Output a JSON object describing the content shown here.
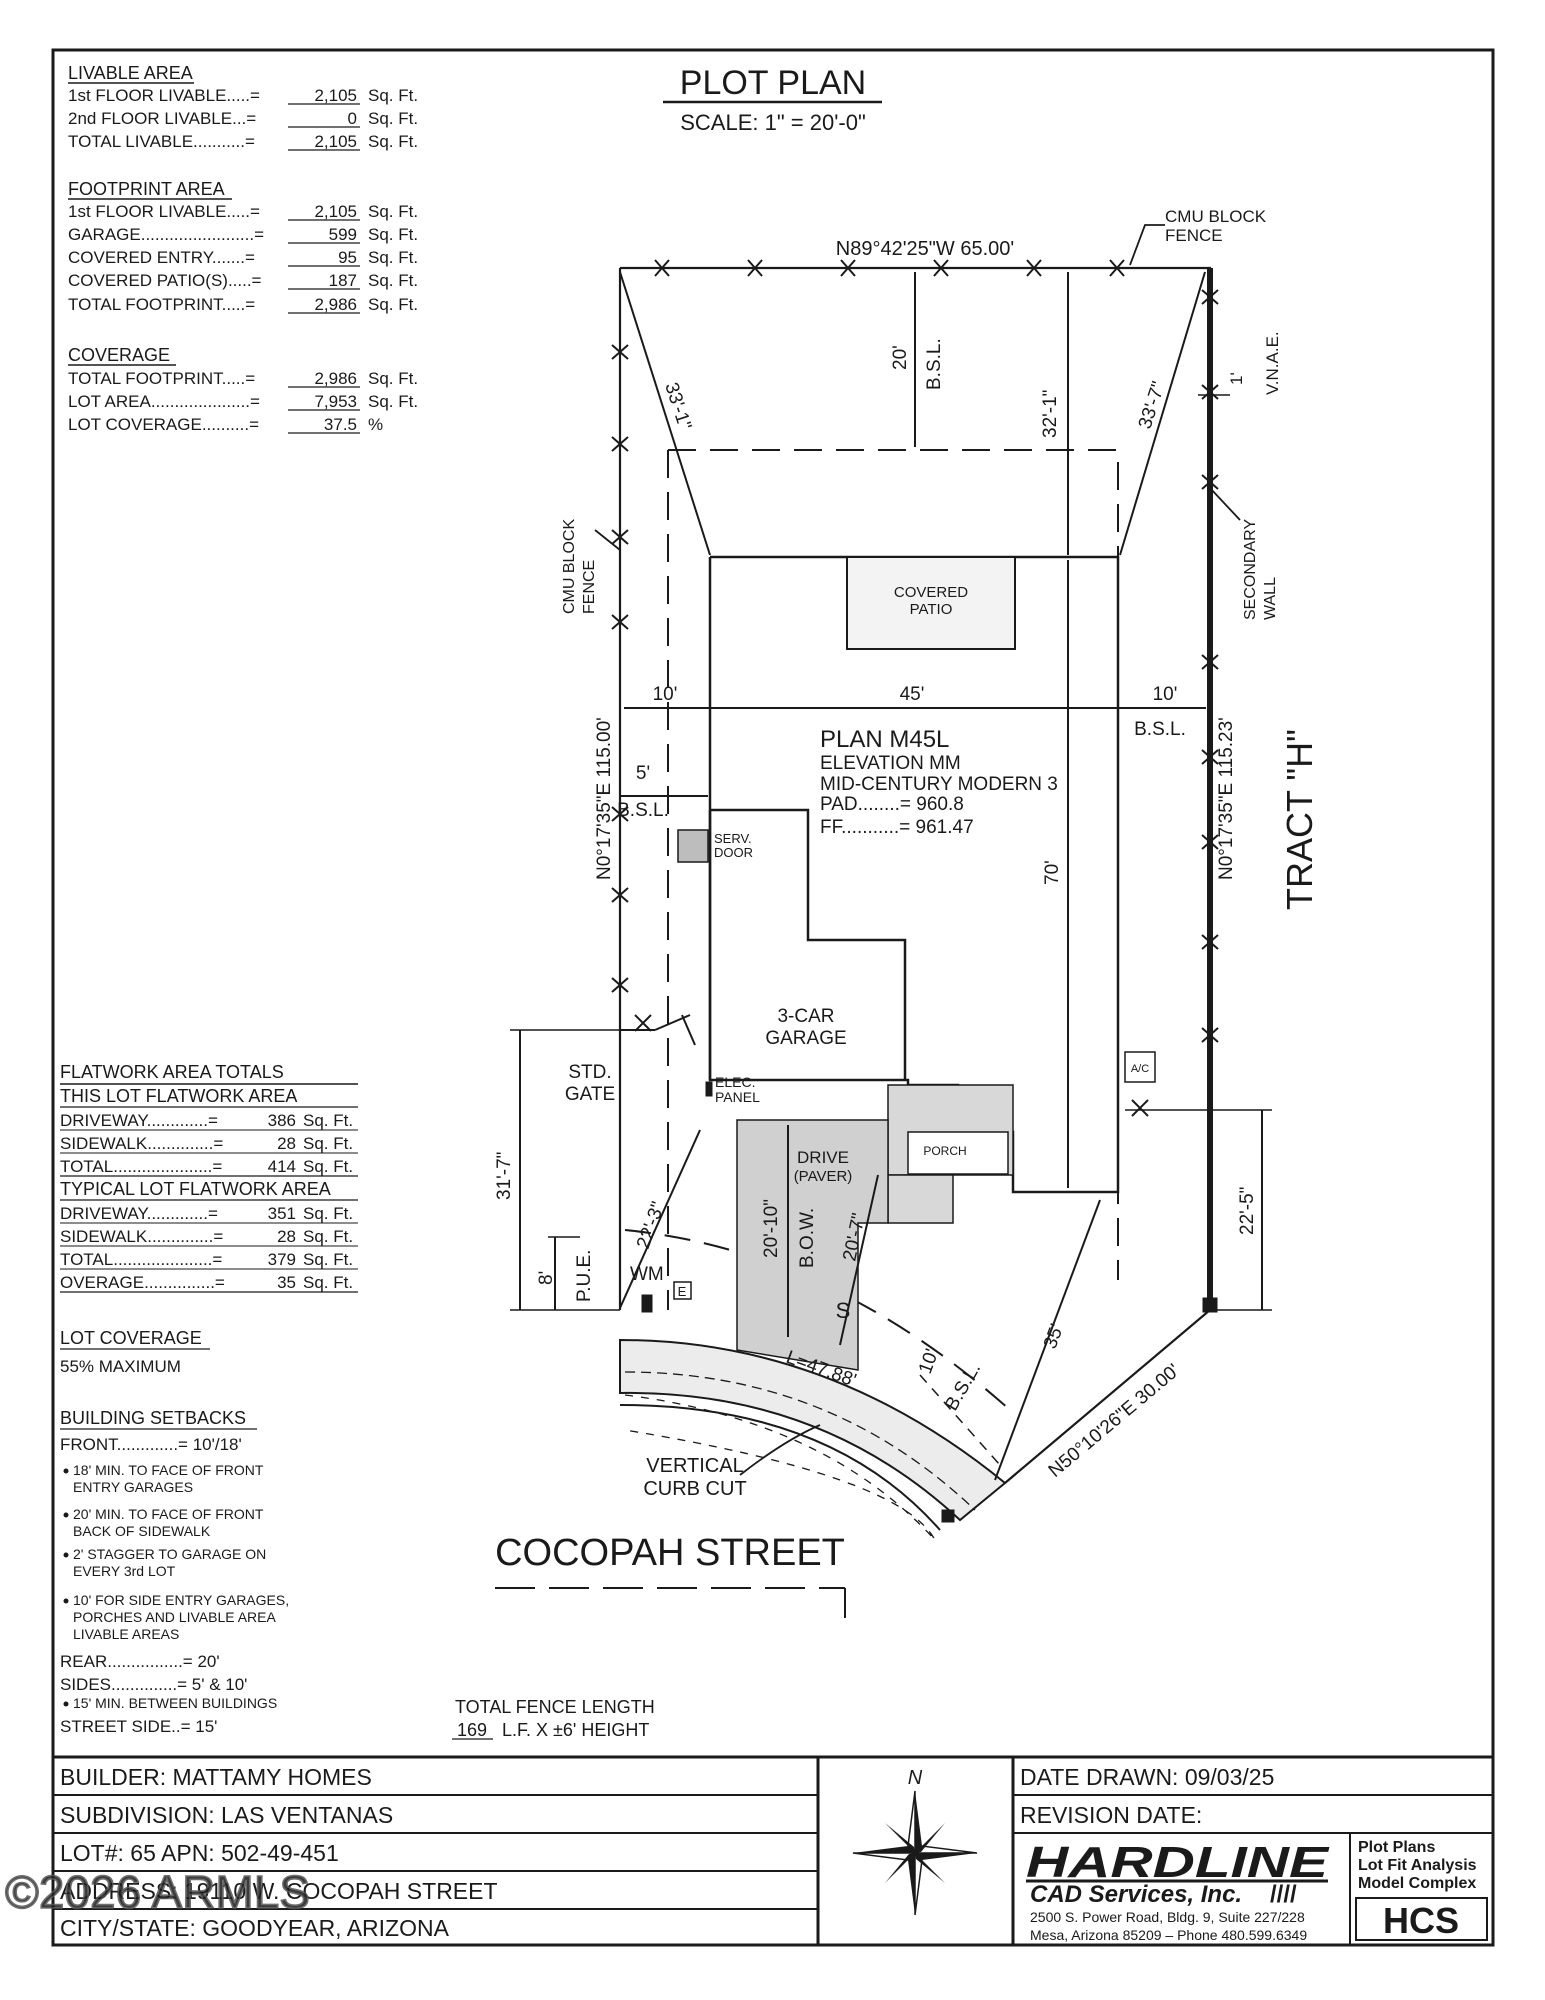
{
  "plan": {
    "title": "PLOT PLAN",
    "scale": "SCALE: 1\" = 20'-0\""
  },
  "livable_area": {
    "heading": "LIVABLE AREA",
    "rows": [
      {
        "label": "1st FLOOR LIVABLE.....=",
        "value": "2,105",
        "unit": "Sq. Ft."
      },
      {
        "label": "2nd FLOOR LIVABLE...=",
        "value": "0",
        "unit": "Sq. Ft."
      },
      {
        "label": "TOTAL LIVABLE...........=",
        "value": "2,105",
        "unit": "Sq. Ft."
      }
    ]
  },
  "footprint_area": {
    "heading": "FOOTPRINT AREA",
    "rows": [
      {
        "label": "1st FLOOR LIVABLE.....=",
        "value": "2,105",
        "unit": "Sq. Ft."
      },
      {
        "label": "GARAGE........................=",
        "value": "599",
        "unit": "Sq. Ft."
      },
      {
        "label": "COVERED ENTRY.......=",
        "value": "95",
        "unit": "Sq. Ft."
      },
      {
        "label": "COVERED PATIO(S).....=",
        "value": "187",
        "unit": "Sq. Ft."
      },
      {
        "label": "TOTAL FOOTPRINT.....=",
        "value": "2,986",
        "unit": "Sq. Ft."
      }
    ]
  },
  "coverage": {
    "heading": "COVERAGE",
    "rows": [
      {
        "label": "TOTAL FOOTPRINT.....=",
        "value": "2,986",
        "unit": "Sq. Ft."
      },
      {
        "label": "LOT AREA.....................=",
        "value": "7,953",
        "unit": "Sq. Ft."
      },
      {
        "label": "LOT COVERAGE..........=",
        "value": "37.5",
        "unit": "%"
      }
    ]
  },
  "flatwork": {
    "heading": "FLATWORK AREA TOTALS",
    "this_lot_heading": "THIS LOT FLATWORK AREA",
    "this_lot": [
      {
        "label": "DRIVEWAY.............=",
        "value": "386",
        "unit": "Sq. Ft."
      },
      {
        "label": "SIDEWALK..............=",
        "value": "28",
        "unit": "Sq. Ft."
      },
      {
        "label": "TOTAL.....................=",
        "value": "414",
        "unit": "Sq. Ft."
      }
    ],
    "typical_heading": "TYPICAL LOT FLATWORK AREA",
    "typical": [
      {
        "label": "DRIVEWAY.............=",
        "value": "351",
        "unit": "Sq. Ft."
      },
      {
        "label": "SIDEWALK..............=",
        "value": "28",
        "unit": "Sq. Ft."
      },
      {
        "label": "TOTAL.....................=",
        "value": "379",
        "unit": "Sq. Ft."
      },
      {
        "label": "OVERAGE...............=",
        "value": "35",
        "unit": "Sq. Ft."
      }
    ]
  },
  "lot_coverage": {
    "heading": "LOT COVERAGE",
    "value": "55% MAXIMUM"
  },
  "setbacks": {
    "heading": "BUILDING SETBACKS",
    "front": "FRONT.............= 10'/18'",
    "notes": [
      [
        "18' MIN. TO FACE OF FRONT",
        "ENTRY GARAGES"
      ],
      [
        "20' MIN. TO FACE OF FRONT",
        "BACK OF SIDEWALK"
      ],
      [
        "2' STAGGER TO GARAGE ON",
        "EVERY 3rd LOT"
      ],
      [
        "10' FOR SIDE ENTRY GARAGES,",
        "PORCHES AND LIVABLE AREA",
        "LIVABLE AREAS"
      ]
    ],
    "rear": "REAR................= 20'",
    "sides": "SIDES..............= 5' & 10'",
    "sides_note": "15' MIN. BETWEEN BUILDINGS",
    "street_side": "STREET SIDE..= 15'"
  },
  "fence": {
    "label": "TOTAL FENCE LENGTH",
    "length": "169",
    "rest": "L.F.  X  ±6' HEIGHT"
  },
  "drawing": {
    "top_bearing": "N89°42'25\"W 65.00'",
    "cmu_top": [
      "CMU BLOCK",
      "FENCE"
    ],
    "cmu_left": [
      "CMU BLOCK",
      "FENCE"
    ],
    "secondary_wall": [
      "SECONDARY",
      "WALL"
    ],
    "vnae": "V.N.A.E.",
    "vnae_dim": "1'",
    "rear_bsl_dim": "20'",
    "rear_bsl": "B.S.L.",
    "dim_32_1": "32'-1\"",
    "diag_left": "33'-1\"",
    "diag_right": "33'-7\"",
    "covered_patio": [
      "COVERED",
      "PATIO"
    ],
    "dim_10_left": "10'",
    "dim_45": "45'",
    "dim_10_right": "10'",
    "bsl_right": "B.S.L.",
    "dim_5": "5'",
    "bsl_left": "B.S.L.",
    "left_bearing": "N0°17'35\"E 115.00'",
    "right_bearing": "N0°17'35\"E 115.23'",
    "tract": "TRACT \"H\"",
    "plan_name": "PLAN M45L",
    "elevation": "ELEVATION MM",
    "style": "MID-CENTURY MODERN 3",
    "pad": "PAD........= 960.8",
    "ff": "FF...........= 961.47",
    "serv_door": [
      "SERV.",
      "DOOR"
    ],
    "dim_70": "70'",
    "garage": [
      "3-CAR",
      "GARAGE"
    ],
    "ac": "A/C",
    "std_gate": [
      "STD.",
      "GATE"
    ],
    "elec_panel": [
      "ELEC.",
      "PANEL"
    ],
    "drive": [
      "DRIVE",
      "(PAVER)"
    ],
    "porch": "PORCH",
    "dim_31_7": "31'-7\"",
    "dim_22_3": "22'-3\"",
    "dim_20_10": "20'-10\"",
    "bow": "B.O.W.",
    "dim_20_7": "20'-7\"",
    "dim_8": "8'",
    "pue": "P.U.E.",
    "wm": "WM",
    "e_box": "E",
    "s_mark": "S",
    "dim_22_5": "22'-5\"",
    "dim_35": "35'",
    "dim_10_front": "10'",
    "bsl_front": "B.S.L.",
    "arc_len": "L=47.88'",
    "front_bearing": "N50°10'26\"E 30.00'",
    "curb_cut": [
      "VERTICAL",
      "CURB CUT"
    ],
    "street": "COCOPAH STREET"
  },
  "title_block": {
    "builder": "BUILDER: MATTAMY HOMES",
    "subdivision": "SUBDIVISION: LAS VENTANAS",
    "lot": "LOT#:  65     APN:  502-49-451",
    "address": "ADDRESS:  19110 W. COCOPAH STREET",
    "city": "CITY/STATE: GOODYEAR, ARIZONA",
    "north": "N",
    "date_drawn": "DATE DRAWN:   09/03/25",
    "revision_date": "REVISION DATE:",
    "company_name": "HARDLINE",
    "company_sub": "CAD Services, Inc.",
    "company_slashes": "////",
    "services": [
      "Plot Plans",
      "Lot Fit Analysis",
      "Model Complex"
    ],
    "address_line1": "2500 S. Power Road,  Bldg. 9, Suite 227/228",
    "address_line2": "Mesa, Arizona 85209 – Phone 480.599.6349",
    "logo_letters": "HCS"
  },
  "watermark": "©2026 ARMLS"
}
